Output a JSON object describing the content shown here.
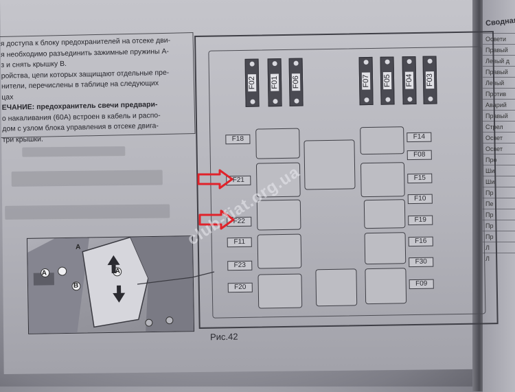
{
  "text_block": {
    "lines": [
      "я доступа к блоку предохранителей на отсеке дви-",
      "я необходимо разъединить зажимные пружины А-",
      "з и снять крышку В.",
      "ройства, цепи которых защищают отдельные пре-",
      "нители, перечислены в таблице на следующих",
      "цах",
      "ЕЧАНИЕ: предохранитель свечи предвари-",
      "о накаливания (60А) встроен в кабель и распо-",
      "дом с узлом блока управления в отсеке двига-",
      "три крышки."
    ]
  },
  "diagram": {
    "top_fuses": [
      "F02",
      "F01",
      "F06",
      "F07",
      "F05",
      "F04",
      "F03"
    ],
    "left_labels": [
      "F18",
      "F21",
      "F22",
      "F11",
      "F23",
      "F20"
    ],
    "right_labels": [
      "F14",
      "F08",
      "F15",
      "F10",
      "F19",
      "F16",
      "F30",
      "F09"
    ],
    "photo_labels": [
      "A",
      "A",
      "B",
      "A"
    ],
    "caption": "Рис.42"
  },
  "right_page": {
    "header": "Сводная",
    "rows": [
      "Освети",
      "Правый",
      "Левый д",
      "Правый",
      "Левый",
      "Против",
      "Аварий",
      "Правый",
      "Стрел",
      "Освет",
      "Освет",
      "Про",
      "Ши",
      "Ши",
      "Пр",
      "Пе",
      "Пр",
      "Пр",
      "Пр",
      "Л",
      "Л"
    ]
  },
  "watermark": "club-fiat.org.ua",
  "colors": {
    "arrow": "#e0222a",
    "paper": "#b8b8bf",
    "ink": "#2a2a30"
  }
}
